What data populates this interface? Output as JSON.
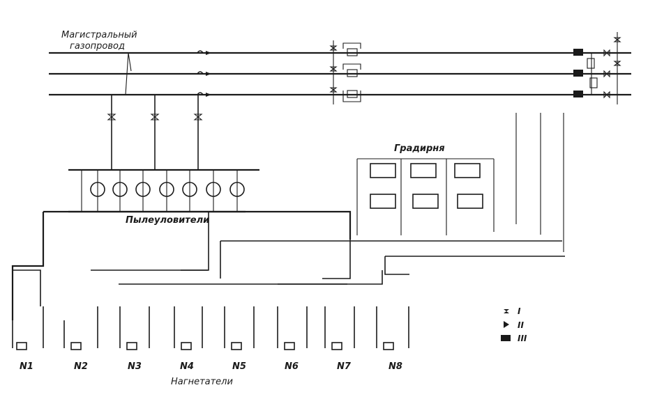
{
  "labels": {
    "main_pipeline_line1": "Магистральный",
    "main_pipeline_line2": "газопровод",
    "cooling_tower": "Градирня",
    "dust_collectors": "Пылеуловители",
    "compressors": "Нагнетатели"
  },
  "compressor_units": [
    "N1",
    "N2",
    "N3",
    "N4",
    "N5",
    "N6",
    "N7",
    "N8"
  ],
  "legend": [
    {
      "symbol": "valve-icon",
      "label": "I"
    },
    {
      "symbol": "check-valve-icon",
      "label": "II"
    },
    {
      "symbol": "meter-icon",
      "label": "III"
    }
  ],
  "colors": {
    "ink": "#1a1a1a",
    "paper": "#ffffff"
  }
}
